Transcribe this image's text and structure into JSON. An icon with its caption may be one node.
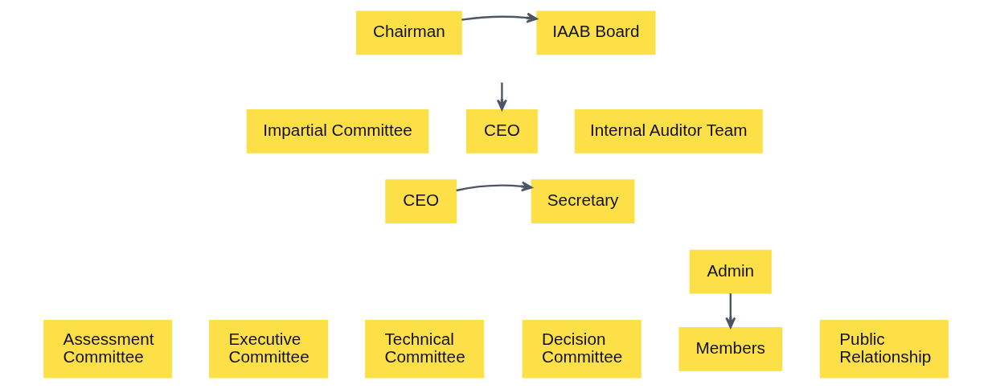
{
  "diagram": {
    "nodes": [
      {
        "text": [
          "Chairman"
        ]
      },
      {
        "text": [
          "IAAB Board"
        ]
      },
      {
        "text": [
          "Impartial Committee"
        ]
      },
      {
        "text": [
          "CEO"
        ]
      },
      {
        "text": [
          "Internal Auditor Team"
        ]
      },
      {
        "text": [
          "CEO"
        ]
      },
      {
        "text": [
          "Secretary"
        ]
      },
      {
        "text": [
          "Admin"
        ]
      },
      {
        "text": [
          "Assessment Committee"
        ]
      },
      {
        "text": [
          "Executive Committee"
        ]
      },
      {
        "text": [
          "Technical Committee"
        ]
      },
      {
        "text": [
          "Decision Committee"
        ]
      },
      {
        "text": [
          "Members"
        ]
      },
      {
        "text": [
          "Public Relationship"
        ]
      }
    ],
    "edges": [
      {
        "from": 0,
        "to": 1,
        "arrow": "to"
      },
      {
        "from": null,
        "to": 3,
        "arrow": "to"
      },
      {
        "from": 5,
        "to": 6,
        "arrow": "to"
      },
      {
        "from": 7,
        "to": 12,
        "arrow": "to"
      }
    ]
  }
}
